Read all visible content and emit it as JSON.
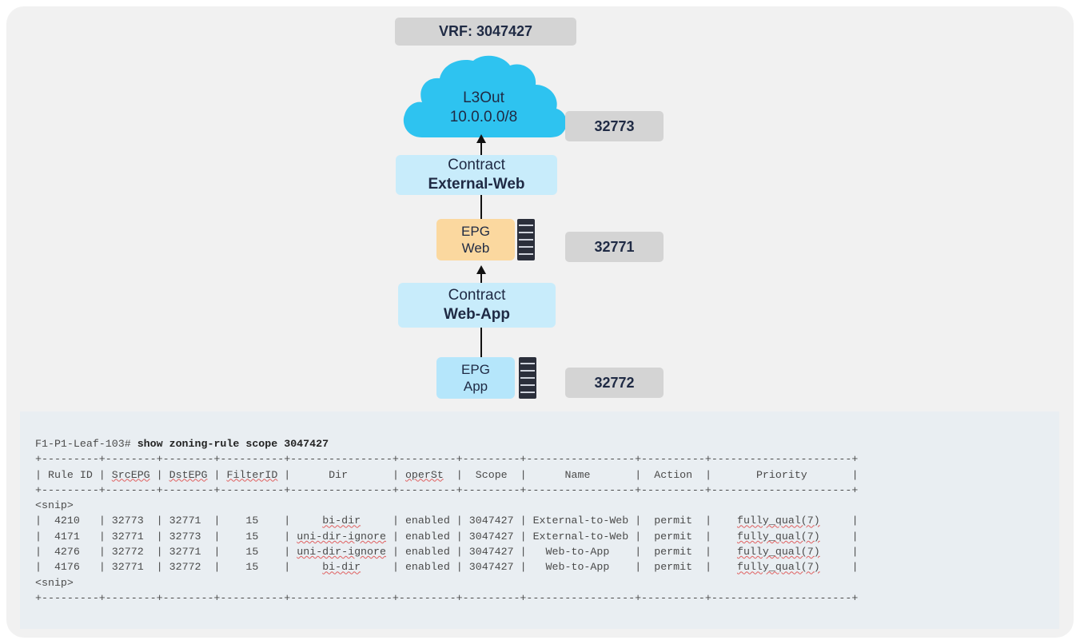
{
  "vrf": {
    "label": "VRF: 3047427"
  },
  "l3out": {
    "name": "L3Out",
    "subnet": "10.0.0.0/8",
    "pctag": "32773"
  },
  "contract_external": {
    "line1": "Contract",
    "line2": "External-Web"
  },
  "epg_web": {
    "line1": "EPG",
    "line2": "Web",
    "pctag": "32771"
  },
  "contract_webapp": {
    "line1": "Contract",
    "line2": "Web-App"
  },
  "epg_app": {
    "line1": "EPG",
    "line2": "App",
    "pctag": "32772"
  },
  "colors": {
    "cloud": "#2ec3f0",
    "contract": "#c8ecfb",
    "epg_web": "#fbd89f",
    "epg_app": "#b5e6fb",
    "tag_box": "#d4d4d4"
  },
  "cli": {
    "prompt": "F1-P1-Leaf-103#",
    "command": "show zoning-rule scope 3047427",
    "border": "+---------+--------+--------+----------+----------------+---------+---------+-----------------+----------+----------------------+",
    "header": [
      "Rule ID",
      "SrcEPG",
      "DstEPG",
      "FilterID",
      "Dir",
      "operSt",
      "Scope",
      "Name",
      "Action",
      "Priority"
    ],
    "snip": "<snip>",
    "rows": [
      [
        "4210",
        "32773",
        "32771",
        "15",
        "bi-dir",
        "enabled",
        "3047427",
        "External-to-Web",
        "permit",
        "fully_qual(7)"
      ],
      [
        "4171",
        "32771",
        "32773",
        "15",
        "uni-dir-ignore",
        "enabled",
        "3047427",
        "External-to-Web",
        "permit",
        "fully_qual(7)"
      ],
      [
        "4276",
        "32772",
        "32771",
        "15",
        "uni-dir-ignore",
        "enabled",
        "3047427",
        "Web-to-App",
        "permit",
        "fully_qual(7)"
      ],
      [
        "4176",
        "32771",
        "32772",
        "15",
        "bi-dir",
        "enabled",
        "3047427",
        "Web-to-App",
        "permit",
        "fully_qual(7)"
      ]
    ]
  }
}
